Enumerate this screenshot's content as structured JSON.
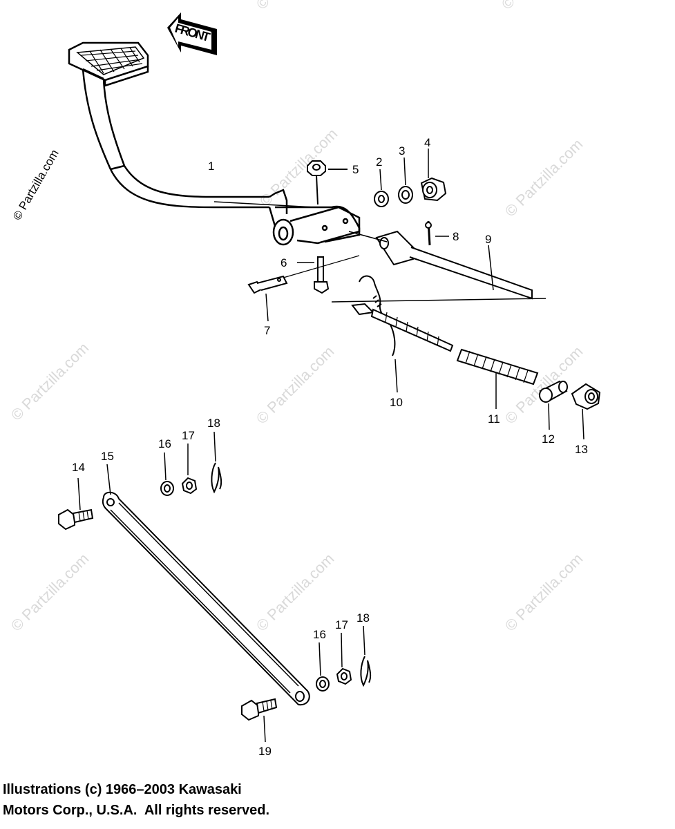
{
  "diagram": {
    "front_label": "FRONT",
    "watermark": "© Partzilla.com",
    "parts": [
      {
        "id": "1",
        "label": "1"
      },
      {
        "id": "2",
        "label": "2"
      },
      {
        "id": "3",
        "label": "3"
      },
      {
        "id": "4",
        "label": "4"
      },
      {
        "id": "5",
        "label": "5"
      },
      {
        "id": "6",
        "label": "6"
      },
      {
        "id": "7",
        "label": "7"
      },
      {
        "id": "8",
        "label": "8"
      },
      {
        "id": "9",
        "label": "9"
      },
      {
        "id": "10",
        "label": "10"
      },
      {
        "id": "11",
        "label": "11"
      },
      {
        "id": "12",
        "label": "12"
      },
      {
        "id": "13",
        "label": "13"
      },
      {
        "id": "14",
        "label": "14"
      },
      {
        "id": "15",
        "label": "15"
      },
      {
        "id": "16a",
        "label": "16"
      },
      {
        "id": "17a",
        "label": "17"
      },
      {
        "id": "18a",
        "label": "18"
      },
      {
        "id": "16b",
        "label": "16"
      },
      {
        "id": "17b",
        "label": "17"
      },
      {
        "id": "18b",
        "label": "18"
      },
      {
        "id": "19",
        "label": "19"
      }
    ]
  },
  "copyright": {
    "line1": "Illustrations (c) 1966–2003 Kawasaki",
    "line2": "Motors Corp., U.S.A.  All rights reserved."
  }
}
